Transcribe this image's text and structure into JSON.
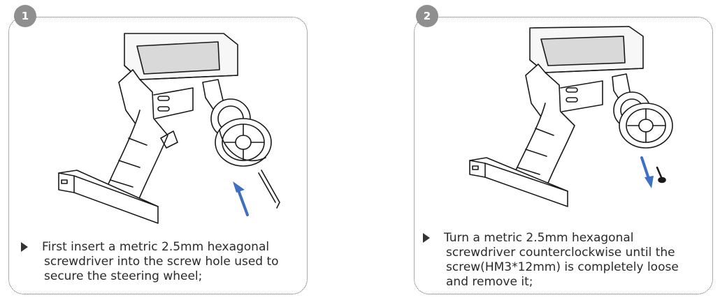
{
  "steps": [
    {
      "number": "1",
      "instruction": {
        "lines": [
          "First insert a metric 2.5mm hexagonal",
          "screwdriver into the screw hole used to",
          "secure the steering wheel;"
        ]
      }
    },
    {
      "number": "2",
      "instruction": {
        "lines": [
          "Turn a metric 2.5mm hexagonal",
          "screwdriver counterclockwise until the",
          "screw(HM3*12mm) is completely loose",
          "and remove it;"
        ]
      }
    }
  ],
  "colors": {
    "badge": "#8f8f8f",
    "arrow": "#3d6fc2",
    "line_art": "#1a1a1a",
    "border": "#555555"
  },
  "icons": {
    "bullet": "triangle-right-icon",
    "arrow": "arrow-icon"
  }
}
